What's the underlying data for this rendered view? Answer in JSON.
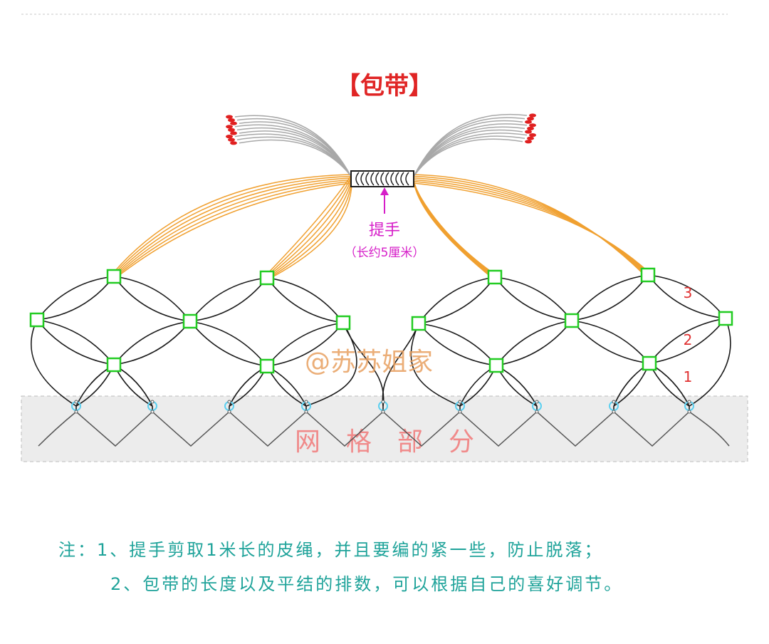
{
  "title": "【包带】",
  "handle": {
    "label": "提手",
    "sublabel": "（长约5厘米）"
  },
  "row_numbers": [
    "1",
    "2",
    "3"
  ],
  "watermark": "@苏苏姐家",
  "mesh_label": "网　格　部　分",
  "notes": {
    "prefix": "注：",
    "line1": "1、提手剪取1米长的皮绳，并且要编的紧一些，防止脱落；",
    "line2": "2、包带的长度以及平结的排数，可以根据自己的喜好调节。"
  },
  "colors": {
    "title": "#e02525",
    "cord": "#1a1a1a",
    "strand_upper": "#f0a030",
    "strand_top": "#a8a8a8",
    "knot": "#22cc22",
    "ring": "#5cd0f0",
    "bead": "#e02020",
    "arrow": "#d61ec8",
    "mesh_fill": "#ececec",
    "mesh_label": "#f08a8a",
    "watermark": "#e8a060",
    "note": "#1fa39a",
    "row_number": "#e03030"
  },
  "icons": [
    "knot-square-icon",
    "ring-icon",
    "bead-icon",
    "arrow-up-icon"
  ]
}
